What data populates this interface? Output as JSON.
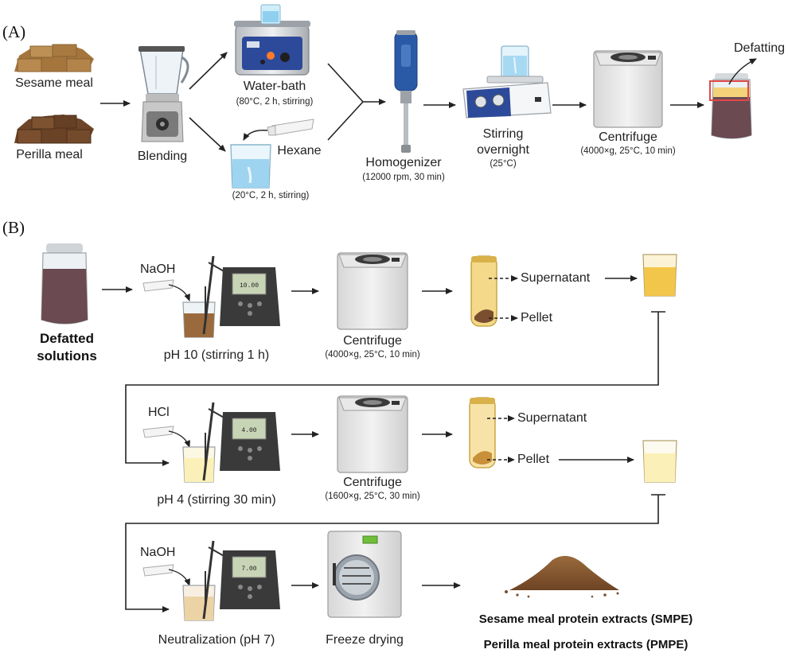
{
  "panel_a": {
    "label": "(A)",
    "sesame_meal": "Sesame meal",
    "perilla_meal": "Perilla meal",
    "blending": "Blending",
    "water_bath": "Water-bath",
    "water_bath_cond": "(80°C, 2 h, stirring)",
    "hexane": "Hexane",
    "hexane_cond": "(20°C, 2 h, stirring)",
    "homogenizer": "Homogenizer",
    "homogenizer_cond": "(12000 rpm, 30 min)",
    "stirring": "Stirring",
    "overnight": "overnight",
    "stirring_cond": "(25°C)",
    "centrifuge": "Centrifuge",
    "centrifuge_cond": "(4000×g, 25°C, 10 min)",
    "defatting": "Defatting"
  },
  "panel_b": {
    "label": "(B)",
    "defatted_line1": "Defatted",
    "defatted_line2": "solutions",
    "row1": {
      "reagent": "NaOH",
      "meter_display": "10.00",
      "caption": "pH 10 (stirring 1 h)",
      "centrifuge": "Centrifuge",
      "centrifuge_cond": "(4000×g, 25°C, 10 min)",
      "supernatant": "Supernatant",
      "pellet": "Pellet"
    },
    "row2": {
      "reagent": "HCl",
      "meter_display": "4.00",
      "caption": "pH 4 (stirring 30 min)",
      "centrifuge": "Centrifuge",
      "centrifuge_cond": "(1600×g, 25°C, 30 min)",
      "supernatant": "Supernatant",
      "pellet": "Pellet"
    },
    "row3": {
      "reagent": "NaOH",
      "meter_display": "7.00",
      "caption": "Neutralization (pH 7)",
      "freeze_drying": "Freeze drying",
      "product1": "Sesame meal protein extracts (SMPE)",
      "product2": "Perilla meal protein extracts (PMPE)"
    }
  },
  "colors": {
    "sesame": "#a4763e",
    "perilla": "#6e4528",
    "water": "#bfe3f5",
    "bath_blue": "#2d4a9a",
    "brown_liquid": "#6b4a52",
    "supernatant_gold": "#f2c64a",
    "pale_yellow": "#fbf1b8",
    "defat_box": "#e04848"
  }
}
